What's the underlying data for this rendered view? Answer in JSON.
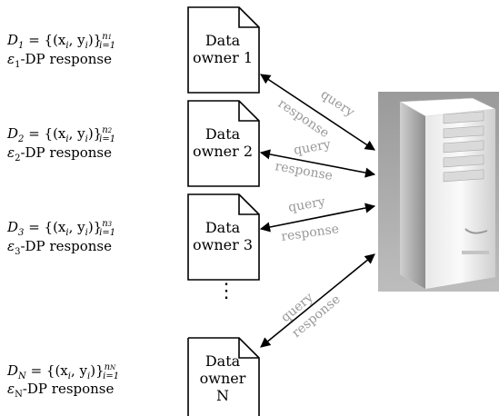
{
  "owners": [
    {
      "dataset_sym": "D",
      "sub": "1",
      "set_sup": "n",
      "set_sup_sub": "1",
      "dp_sub": "1",
      "label": "Data owner 1",
      "label_line1": "Data",
      "label_line2": "owner 1",
      "query": "query",
      "response": "response"
    },
    {
      "dataset_sym": "D",
      "sub": "2",
      "set_sup": "n",
      "set_sup_sub": "2",
      "dp_sub": "2",
      "label": "Data owner 2",
      "label_line1": "Data",
      "label_line2": "owner 2",
      "query": "query",
      "response": "response"
    },
    {
      "dataset_sym": "D",
      "sub": "3",
      "set_sup": "n",
      "set_sup_sub": "3",
      "dp_sub": "3",
      "label": "Data owner 3",
      "label_line1": "Data",
      "label_line2": "owner 3",
      "query": "query",
      "response": "response"
    },
    {
      "dataset_sym": "D",
      "sub": "N",
      "set_sup": "n",
      "set_sup_sub": "N",
      "dp_sub": "N",
      "label": "Data owner N",
      "label_line1": "Data",
      "label_line2": "owner",
      "label_line3": "N",
      "query": "query",
      "response": "response"
    }
  ],
  "formula": {
    "set_body": "= {(x",
    "i_sym": "i",
    "mid": ", y",
    "close": ")}",
    "lower": "i=1"
  },
  "dp_text": "-DP response",
  "eps": "ε",
  "ellipsis": "⋮",
  "server": {
    "icon": "server-icon"
  },
  "colors": {
    "arrow": "#000000",
    "label": "#999999"
  }
}
